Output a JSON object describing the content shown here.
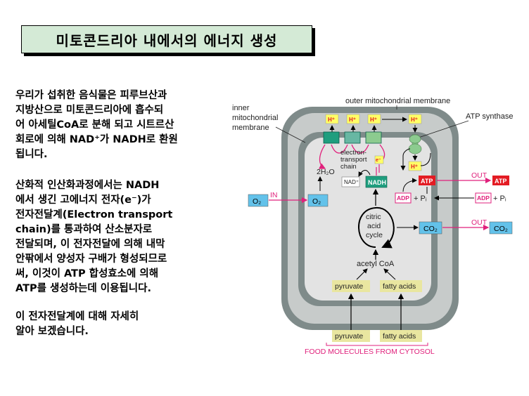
{
  "title": "미토콘드리아 내에서의 에너지 생성",
  "paragraphs": [
    [
      "우리가 섭취한 음식물은 피루브산과",
      "지방산으로 미토콘드리아에 흡수되",
      "어 아세틸CoA로 분해 되고 시트르산",
      "회로에 의해 NAD⁺가 NADH로 환원",
      "됩니다."
    ],
    [
      "산화적 인산화과정에서는 NADH",
      "에서 생긴 고에너지 전자(e⁻)가",
      "전자전달계(Electron transport",
      "chain)를 통과하여 산소분자로",
      "전달되며, 이 전자전달에 의해 내막",
      "안팎에서 양성자 구배가 형성되므로",
      "써, 이것이 ATP 합성효소에 의해",
      "ATP를 생성하는데 이용됩니다."
    ],
    [
      "이 전자전달계에 대해 자세히",
      "알아 보겠습니다."
    ]
  ],
  "diagram": {
    "outer_membrane": "outer mitochondrial membrane",
    "inner_membrane": [
      "inner",
      "mitochondrial",
      "membrane"
    ],
    "atp_synthase": "ATP synthase",
    "h_plus": "H⁺",
    "electron": "e⁻",
    "etc_label": [
      "electron-",
      "transport",
      "chain"
    ],
    "water": "2H₂O",
    "nad_plus": "NAD⁺",
    "nadh": "NADH",
    "atp": "ATP",
    "adp": "ADP",
    "plus_pi": "+ Pᵢ",
    "out": "OUT",
    "in": "IN",
    "o2": "O₂",
    "co2": "CO₂",
    "cycle": [
      "citric",
      "acid",
      "cycle"
    ],
    "acetyl_coa": "acetyl CoA",
    "pyruvate": "pyruvate",
    "fatty_acids": "fatty acids",
    "food": "FOOD MOLECULES FROM CYTOSOL"
  },
  "colors": {
    "title_bg": "#d4ead6",
    "membrane": "#7f8b8a",
    "matrix": "#e3e3e3",
    "space": "#c7cbca",
    "yellow": "#ffff66",
    "tan": "#e9e6a0",
    "teal": "#1f9e7e",
    "pink": "#e0217c",
    "red": "#e31b23",
    "blue_box": "#63c2ea"
  }
}
